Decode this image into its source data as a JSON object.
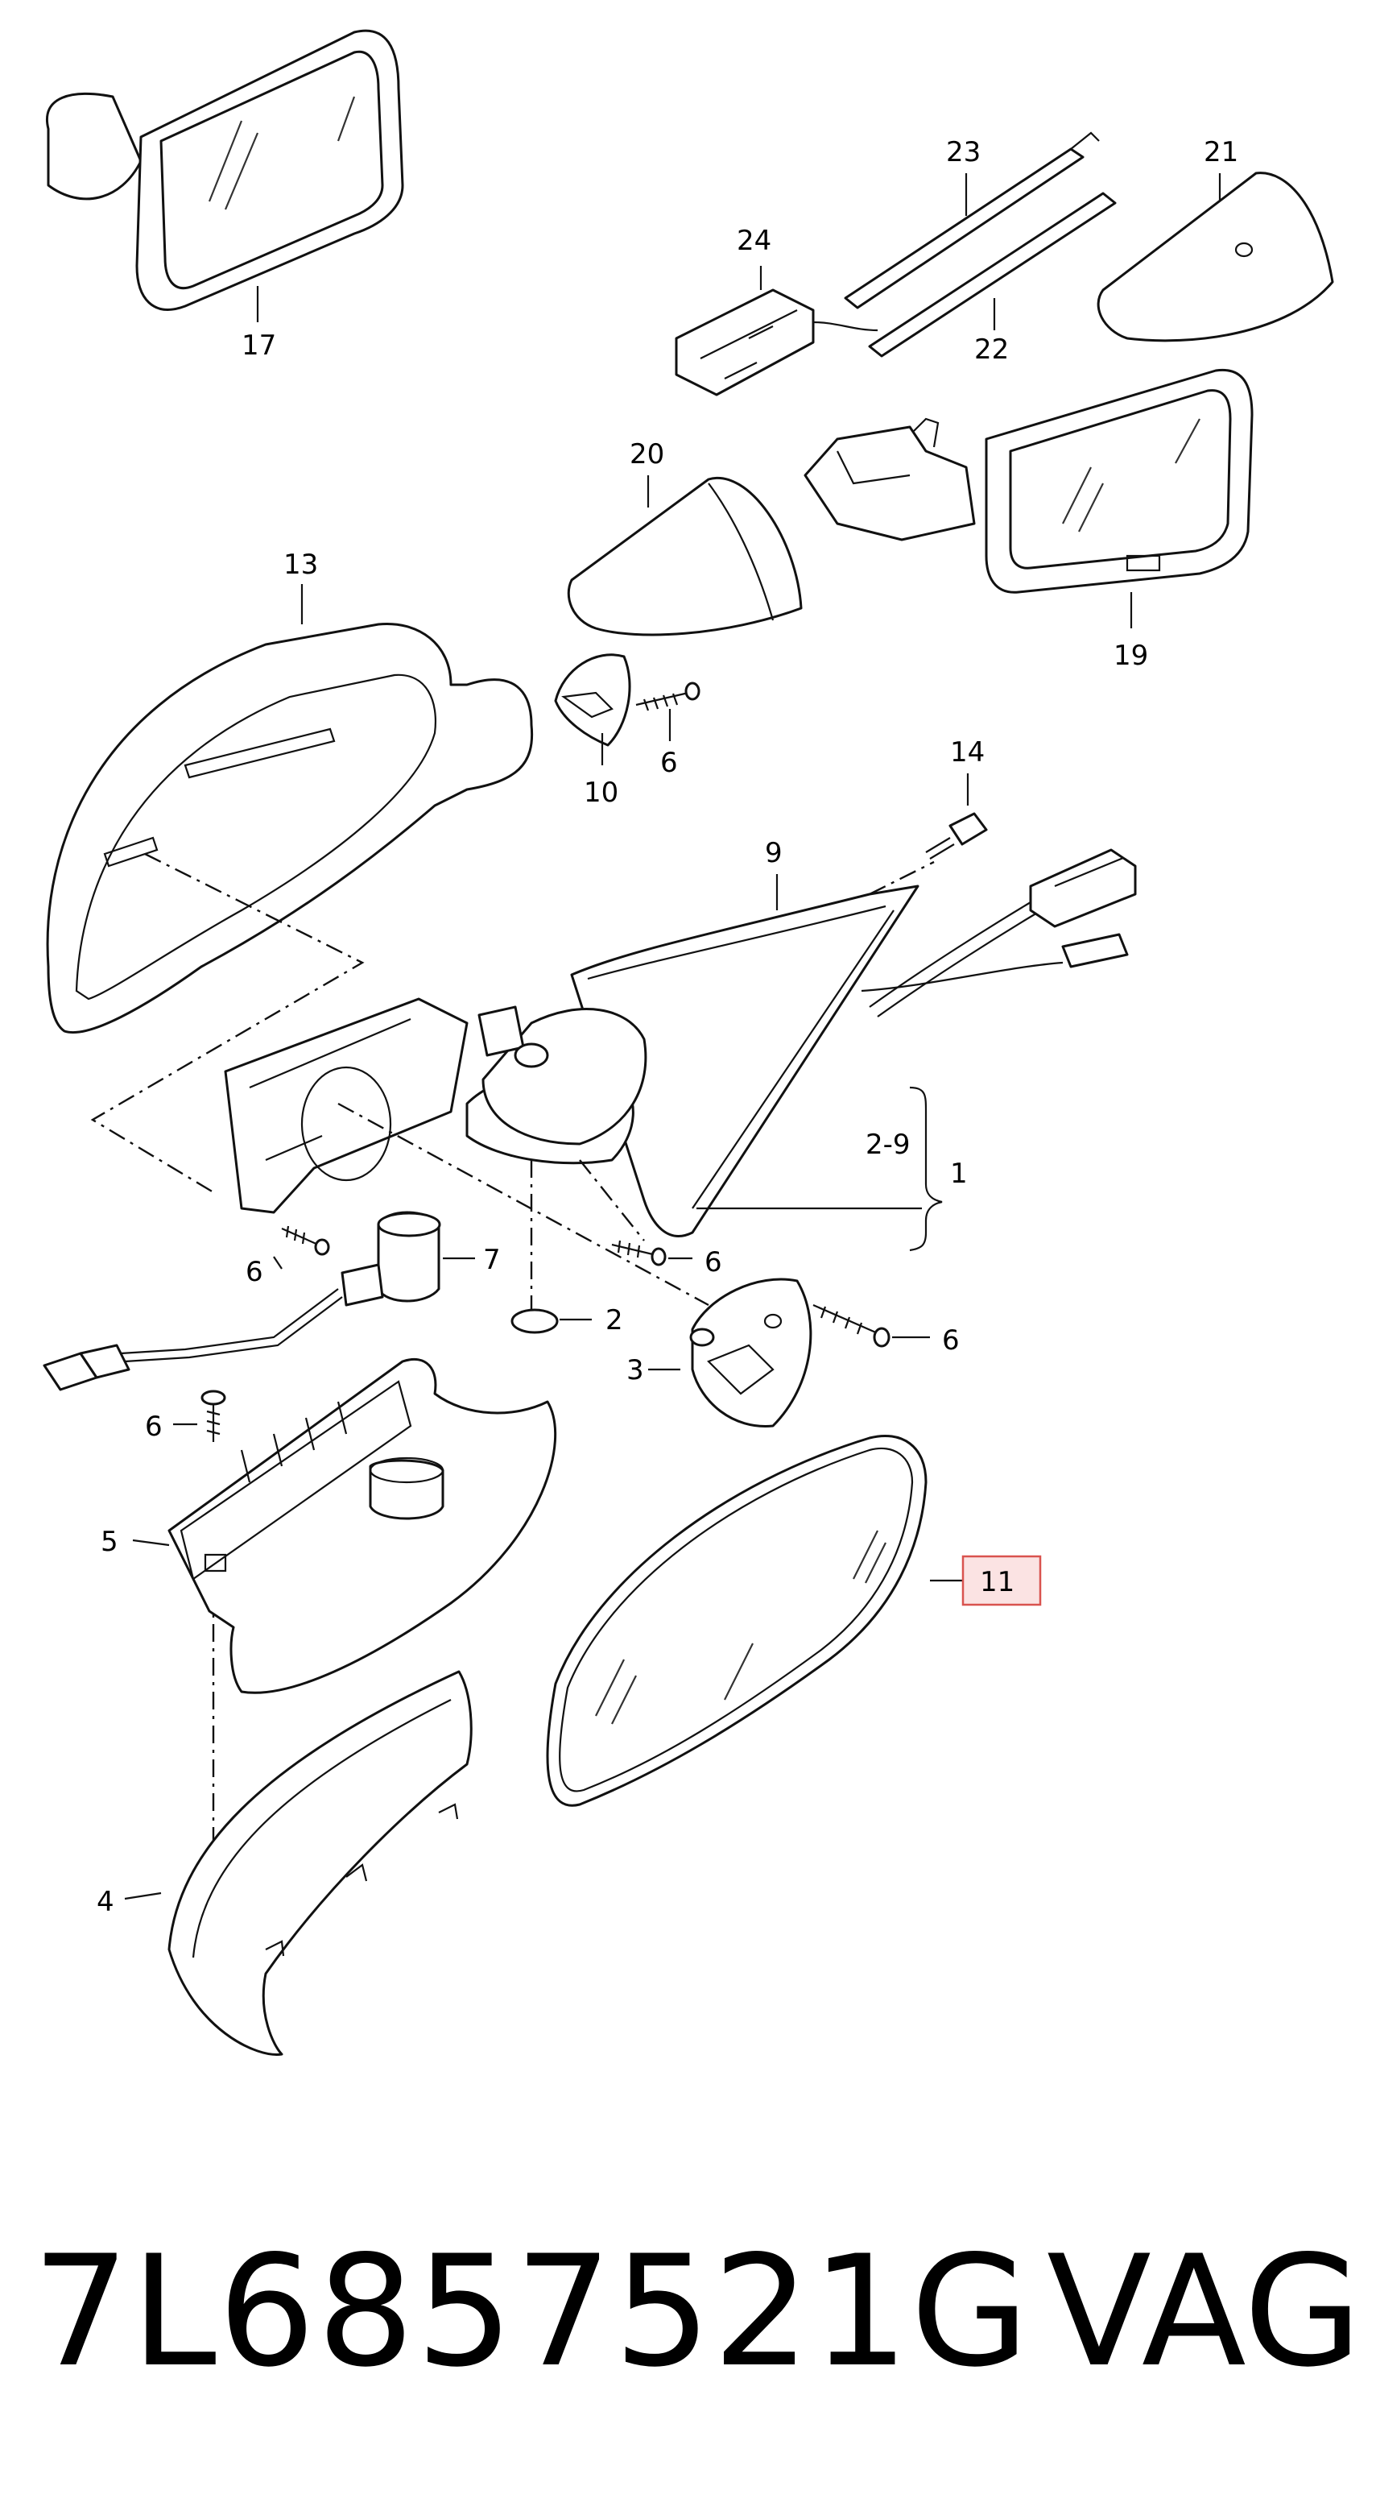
{
  "diagram": {
    "callouts": {
      "c1": "1",
      "c2": "2",
      "c2_9": "2-9",
      "c3": "3",
      "c4": "4",
      "c5": "5",
      "c6a": "6",
      "c6b": "6",
      "c6c": "6",
      "c6d": "6",
      "c6e": "6",
      "c7": "7",
      "c9": "9",
      "c10": "10",
      "c11": "11",
      "c13": "13",
      "c14": "14",
      "c17": "17",
      "c19": "19",
      "c20": "20",
      "c21": "21",
      "c22": "22",
      "c23": "23",
      "c24": "24"
    },
    "highlight_color": "#d9534f",
    "highlight_fill": "#fbe3e3"
  },
  "footer": {
    "part_number": "7L6857521G",
    "brand": "VAG"
  }
}
